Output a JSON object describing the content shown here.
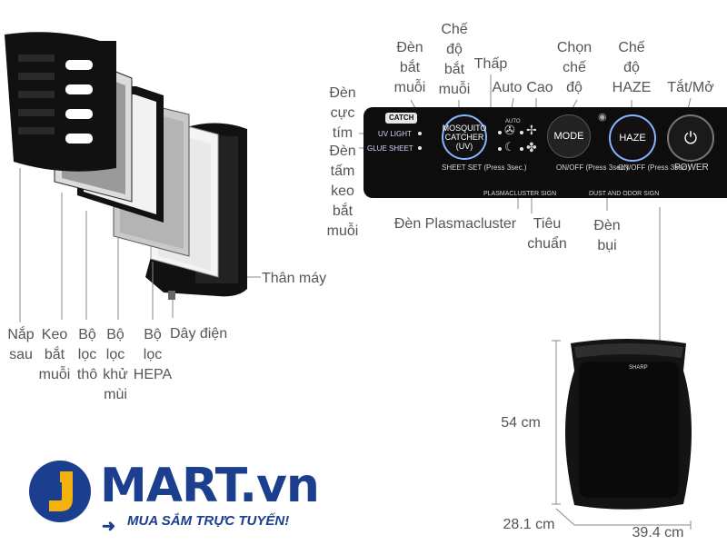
{
  "exploded_labels": {
    "nap_sau": "Nắp\nsau",
    "keo_bat_muoi": "Keo\nbắt\nmuỗi",
    "bo_loc_tho": "Bộ\nlọc\nthô",
    "bo_loc_khu_mui": "Bộ\nlọc\nkhử\nmùi",
    "bo_loc_hepa": "Bộ\nlọc\nHEPA",
    "day_dien": "Dây điện",
    "than_may": "Thân máy"
  },
  "panel_labels": {
    "den_bat_muoi": "Đèn\nbắt\nmuỗi",
    "che_do_bat_muoi": "Chế\nđộ\nbắt\nmuỗi",
    "thap": "Thấp",
    "auto": "Auto",
    "cao": "Cao",
    "chon_che_do": "Chọn\nchế\nđộ",
    "che_do_haze": "Chế\nđộ\nHAZE",
    "tat_mo": "Tắt/Mở",
    "den_cuc_tim": "Đèn\ncực\ntím",
    "den_tam_keo": "Đèn\ntấm\nkeo\nbắt\nmuỗi",
    "den_plasmacluster": "Đèn Plasmacluster",
    "tieu_chuan": "Tiêu\nchuẩn",
    "den_bui": "Đèn\nbụi"
  },
  "panel": {
    "catch": "CATCH",
    "uv_light": "UV LIGHT",
    "glue_sheet": "GLUE SHEET",
    "mosquito_catcher": "MOSQUITO\nCATCHER\n(UV)",
    "sheet_set": "SHEET SET\n(Press 3sec.)",
    "auto_small": "AUTO",
    "mode": "MODE",
    "mode_onoff": "ON/OFF\n(Press 3sec.)",
    "haze": "HAZE",
    "haze_onoff": "ON/OFF\n(Press 3sec.)",
    "power": "POWER",
    "plasmacluster_sign": "PLASMACLUSTER SIGN",
    "dust_odor_sign": "DUST AND ODOR SIGN"
  },
  "dimensions": {
    "height": "54 cm",
    "depth": "28.1 cm",
    "width": "39.4 cm"
  },
  "product": {
    "brand": "SHARP"
  },
  "logo": {
    "word": "MART.vn",
    "tagline": "MUA SẮM TRỰC TUYẾN!",
    "accent": "#f5b20c",
    "brand": "#1b3e8f"
  }
}
